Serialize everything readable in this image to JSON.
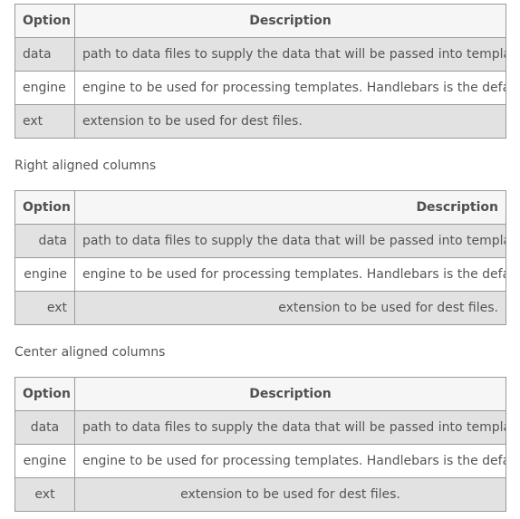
{
  "headers": {
    "option": "Option",
    "description": "Description"
  },
  "rows": [
    {
      "option": "data",
      "description": "path to data files to supply the data that will be passed into templates."
    },
    {
      "option": "engine",
      "description": "engine to be used for processing templates. Handlebars is the default."
    },
    {
      "option": "ext",
      "description": "extension to be used for dest files."
    }
  ],
  "captions": {
    "right": "Right aligned columns",
    "center": "Center aligned columns"
  }
}
